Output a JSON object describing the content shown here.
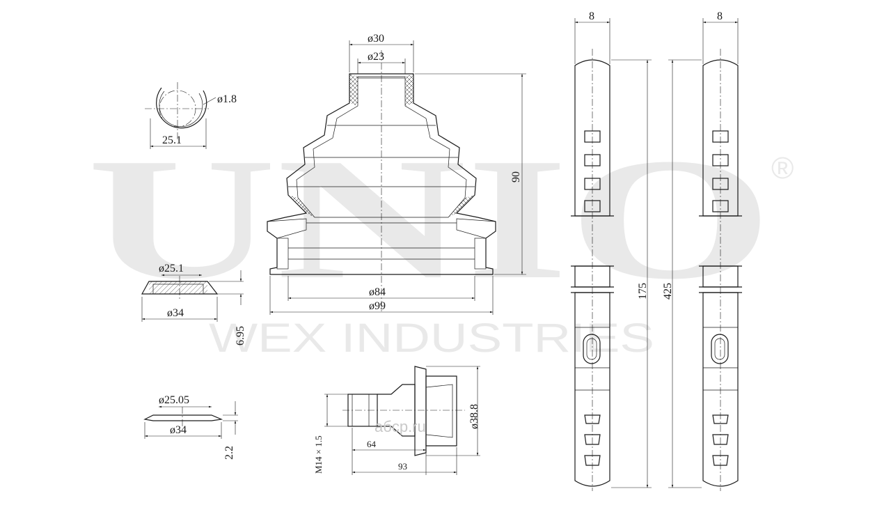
{
  "watermark": {
    "brand": "UNIO",
    "registered": "®",
    "subtitle": "WEX INDUSTRIES"
  },
  "source_logo": "aбcp.ru",
  "dimensions": {
    "clip_dia": "ø1.8",
    "clip_width": "25.1",
    "boot_top_outer": "ø30",
    "boot_top_inner": "ø23",
    "boot_height": "90",
    "boot_inner_base": "ø84",
    "boot_outer_base": "ø99",
    "ring1_inner": "ø25.1",
    "ring1_outer": "ø34",
    "ring1_height": "6.95",
    "ring2_inner": "ø25.05",
    "ring2_outer": "ø34",
    "ring2_height": "2.2",
    "thread": "M14 × 1.5",
    "nut_dia": "ø38.8",
    "shaft_len1": "64",
    "shaft_len2": "93",
    "strap_width_a": "8",
    "strap_width_b": "8",
    "strap_len_a": "175",
    "strap_len_b": "425"
  }
}
